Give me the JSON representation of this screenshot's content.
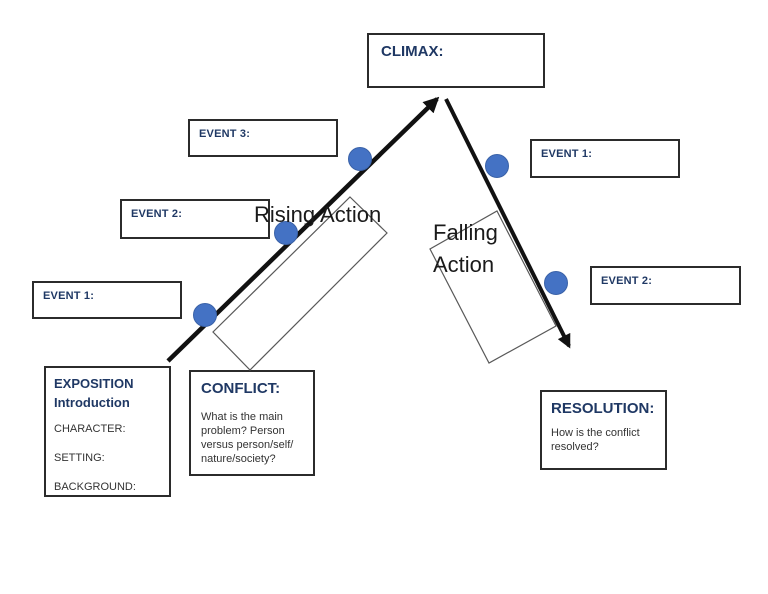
{
  "plot_diagram": {
    "climax_label": "CLIMAX:",
    "rising_action_label": "Rising Action",
    "falling_action_label": "Falling Action",
    "rising_events": [
      {
        "label": "EVENT 1:"
      },
      {
        "label": "EVENT 2:"
      },
      {
        "label": "EVENT 3:"
      }
    ],
    "falling_events": [
      {
        "label": "EVENT 1:"
      },
      {
        "label": "EVENT 2:"
      }
    ],
    "exposition": {
      "title": "EXPOSITION",
      "subtitle": "Introduction",
      "fields": [
        "CHARACTER:",
        "SETTING:",
        "BACKGROUND:"
      ]
    },
    "conflict": {
      "title": "CONFLICT:",
      "description": "What is the main problem? Person versus person/self/ nature/society?"
    },
    "resolution": {
      "title": "RESOLUTION:",
      "description": "How is the conflict resolved?"
    },
    "plot_point_count": 5,
    "colors": {
      "heading_text": "#1f3864",
      "marker_fill": "#4472c4",
      "marker_stroke": "#3a62a8",
      "line": "#111111",
      "box_border": "#2b2b2b"
    }
  }
}
